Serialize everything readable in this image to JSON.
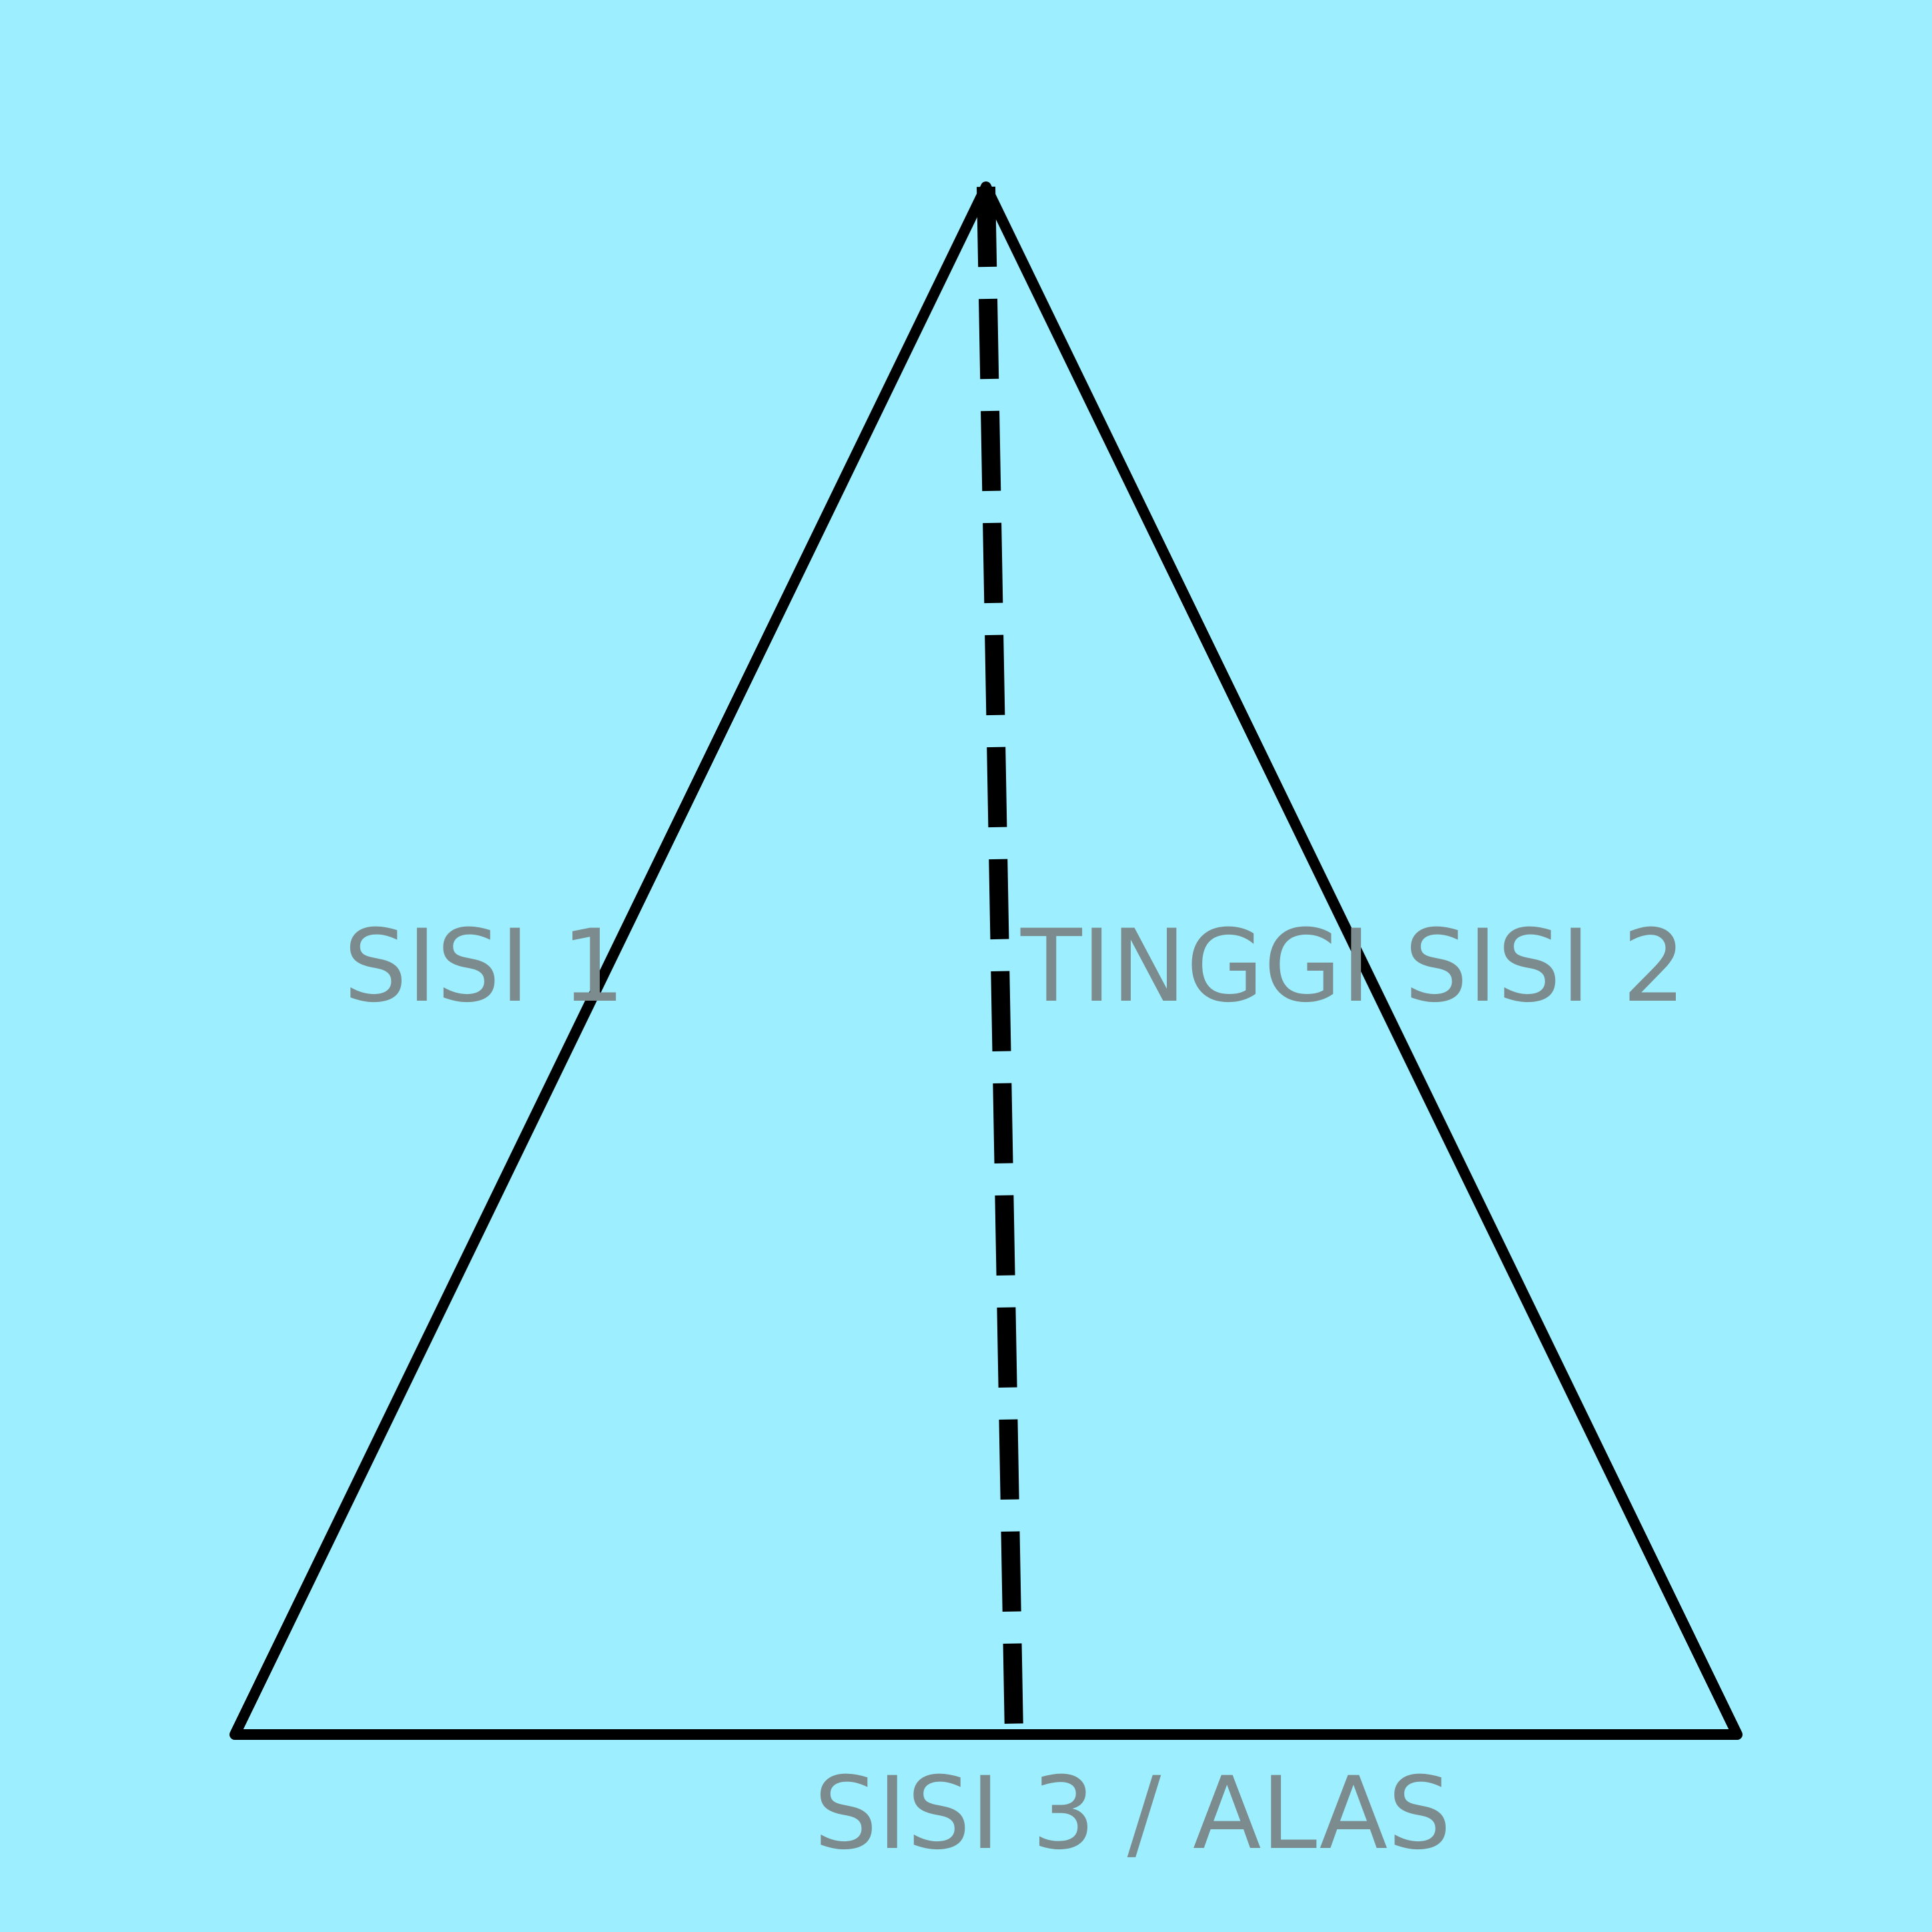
{
  "colors": {
    "background": "#9DEEFE",
    "stroke": "#000000",
    "label": "#7C8C8E"
  },
  "labels": {
    "side_1": "SISI 1",
    "height": "TINGGI",
    "side_2": "SISI 2",
    "side_3_base": "SISI 3 / ALAS"
  }
}
